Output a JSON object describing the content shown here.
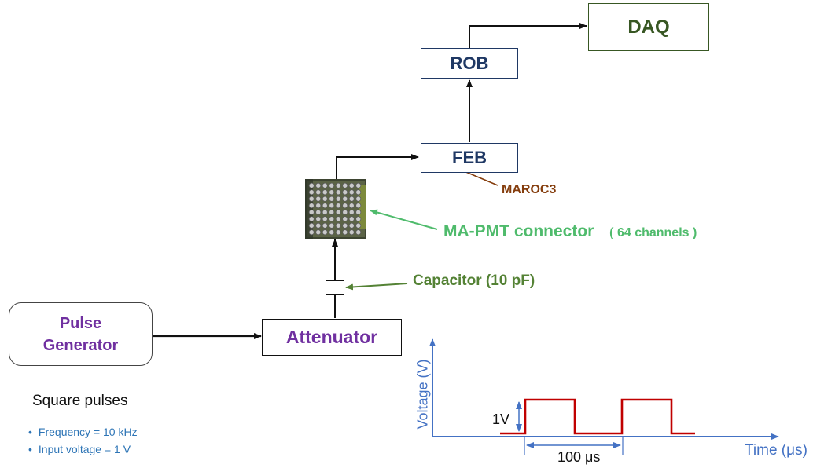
{
  "blocks": {
    "daq": "DAQ",
    "rob": "ROB",
    "feb": "FEB",
    "attenuator": "Attenuator",
    "pulse_generator_line1": "Pulse",
    "pulse_generator_line2": "Generator"
  },
  "labels": {
    "maroc3": "MAROC3",
    "mapmt_connector": "MA-PMT connector",
    "mapmt_channels": "( 64 channels )",
    "capacitor": "Capacitor (10 pF)"
  },
  "pulse_info": {
    "heading": "Square pulses",
    "items": [
      "Frequency = 10 kHz",
      "Input voltage = 1 V"
    ]
  },
  "waveform": {
    "ylabel": "Voltage (V)",
    "xlabel": "Time (μs)",
    "amplitude_label": "1V",
    "period_label": "100 μs"
  },
  "colors": {
    "navy": "#1f3864",
    "daq_green": "#385723",
    "purple": "#7030a0",
    "maroc_brown": "#843c0c",
    "connector_green": "#4fbb6c",
    "capacitor_green": "#548235",
    "axis_blue": "#4472c4",
    "pulse_red": "#c00000"
  }
}
